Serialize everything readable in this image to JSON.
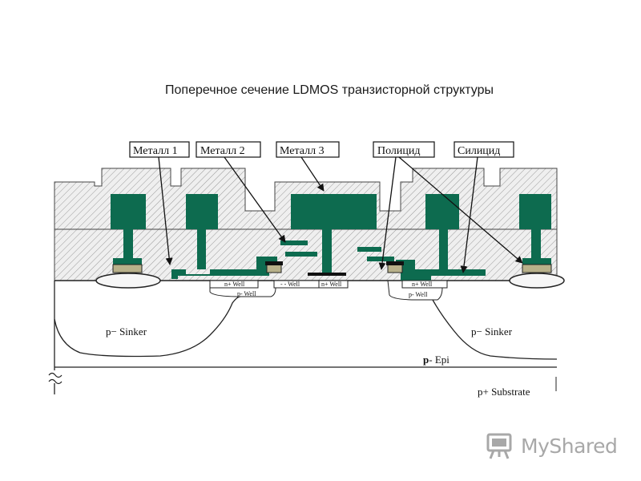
{
  "title": "Поперечное сечение LDMOS транзисторной структуры",
  "labels": {
    "metal1": "Металл 1",
    "metal2": "Металл 2",
    "metal3": "Металл 3",
    "policide": "Полицид",
    "silicide": "Силицид"
  },
  "regions": {
    "n_well_left": "n+ Well",
    "p_well_left": "p- Well",
    "n_well_center": "n+ Well",
    "n_well_right": "n+ Well",
    "p_well_center": "- - Well",
    "p_well_right": "p- Well",
    "sinker_left": "p− Sinker",
    "sinker_right": "p− Sinker",
    "epi_p": "p",
    "epi_rest": "- Epi",
    "substrate": "p+ Substrate"
  },
  "logo": {
    "text": "MyShared"
  },
  "colors": {
    "metal": "#0d6b4f",
    "oxide_fill": "#ececec",
    "hatch": "#a8a8a8",
    "outline": "#222222"
  }
}
